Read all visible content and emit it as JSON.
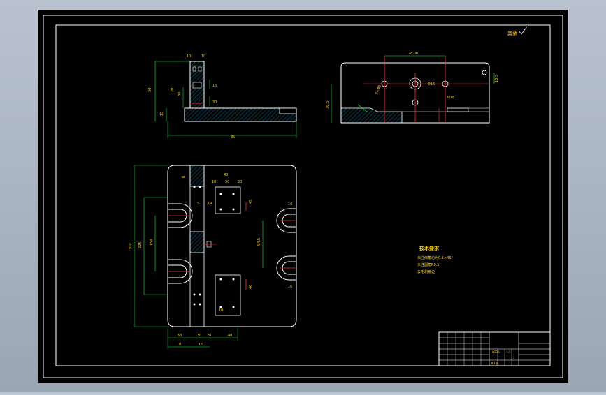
{
  "roughness_mark": "其余",
  "tech_requirements": {
    "title": "技术要求",
    "lines": [
      "未注倒角均为0.5×45°",
      "未注圆角R0.5",
      "去毛刺锐边"
    ]
  },
  "dimensions": {
    "side_view": {
      "height": "30",
      "length": "85",
      "left_small": "15",
      "left_mid": "20",
      "top_a": "10",
      "top_b": "10",
      "mid": "30",
      "small_c": "15",
      "bar": "30"
    },
    "front_view": {
      "top_span": "26.20",
      "left_h": "36.5",
      "hole_label": "2×Φ5",
      "center_pitch": "Φ16",
      "hole_dia": "Φ18",
      "right_h": "10.5"
    },
    "plan_view": {
      "overall_h": "300",
      "h_225": "225",
      "h_150": "150",
      "w_40": "40",
      "w_10": "10",
      "w_30": "30",
      "w_20": "20",
      "right_h": "94.5",
      "slot_a": "16",
      "slot_b": "16",
      "hole_a": "45",
      "hole_b": "40",
      "bot_a": "63",
      "bot_b": "30",
      "bot_c": "20",
      "bot_d": "40",
      "left_a": "8",
      "left_b": "15",
      "small_a": "6",
      "small_b": "14",
      "small_c": "5",
      "small_d": "10"
    }
  },
  "title_block": {
    "scale": "1:1",
    "sheets": "1",
    "sheet_label": "共1张",
    "mat": "Q235"
  }
}
